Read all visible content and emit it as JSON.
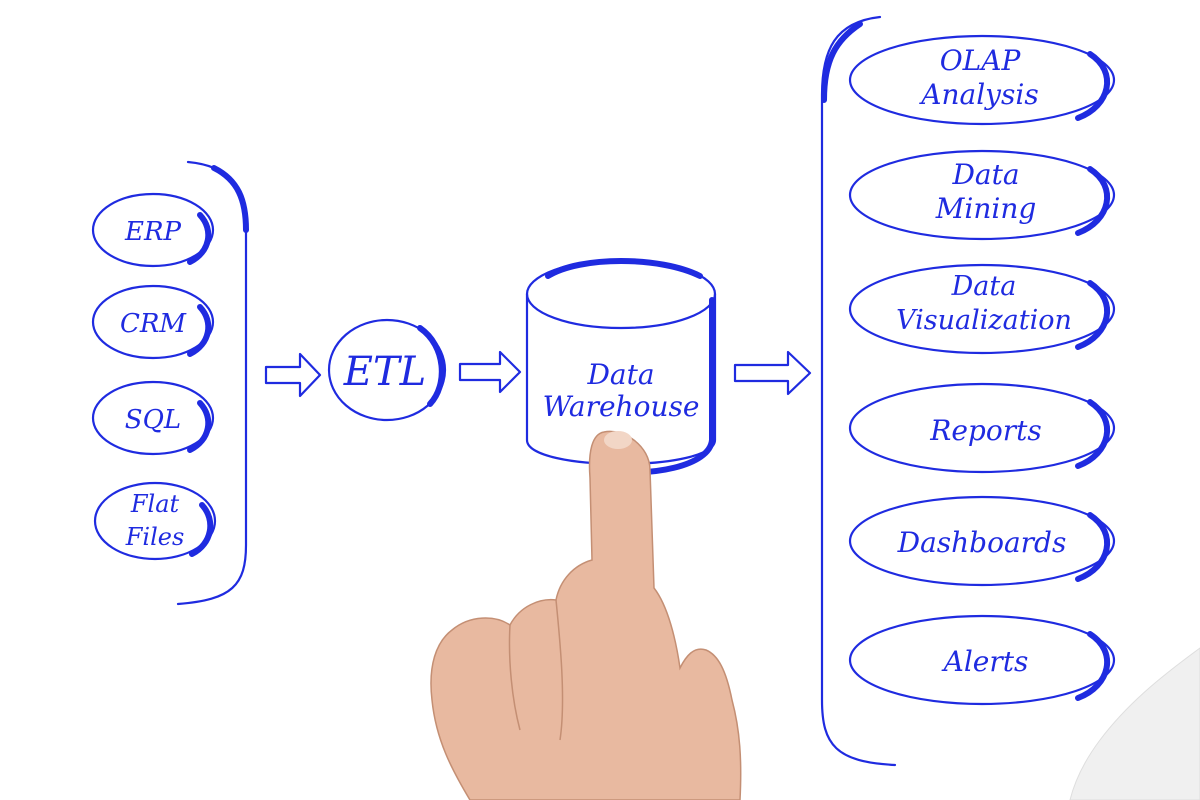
{
  "colors": {
    "ink": "#1f2be0",
    "skin": "#e8b9a0",
    "background": "#ffffff"
  },
  "sources": [
    {
      "lines": [
        "ERP"
      ]
    },
    {
      "lines": [
        "CRM"
      ]
    },
    {
      "lines": [
        "SQL"
      ]
    },
    {
      "lines": [
        "Flat",
        "Files"
      ]
    }
  ],
  "etl": {
    "label": "ETL"
  },
  "warehouse": {
    "lines": [
      "Data",
      "Warehouse"
    ]
  },
  "outputs": [
    {
      "lines": [
        "OLAP",
        "Analysis"
      ]
    },
    {
      "lines": [
        "Data",
        "Mining"
      ]
    },
    {
      "lines": [
        "Data",
        "Visualization"
      ]
    },
    {
      "lines": [
        "Reports"
      ]
    },
    {
      "lines": [
        "Dashboards"
      ]
    },
    {
      "lines": [
        "Alerts"
      ]
    }
  ],
  "arrows": [
    "sources-to-etl",
    "etl-to-warehouse",
    "warehouse-to-outputs"
  ],
  "hand": {
    "icon": "pointing-hand-icon"
  }
}
